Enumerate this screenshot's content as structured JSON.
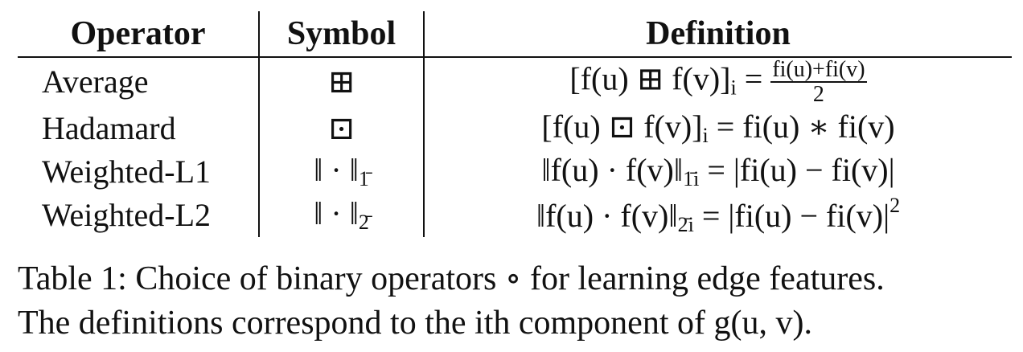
{
  "table": {
    "headers": [
      "Operator",
      "Symbol",
      "Definition"
    ],
    "rows": [
      {
        "operator": "Average",
        "symbol": "⊞",
        "def": {
          "lhs": "[f(u) ⊞ f(v)]",
          "lhs_sub": "i",
          "eq": " = ",
          "frac_num": "fi(u)+fi(v)",
          "frac_den": "2"
        }
      },
      {
        "operator": "Hadamard",
        "symbol": "⊡",
        "def": {
          "lhs": "[f(u) ⊡ f(v)]",
          "lhs_sub": "i",
          "eq": " = ",
          "rhs": "fi(u) ∗ fi(v)"
        }
      },
      {
        "operator": "Weighted-L1",
        "symbol": "‖ · ‖",
        "symbol_sub": "1̄",
        "def": {
          "lhs": "‖f(u) · f(v)‖",
          "lhs_sub": "1̄i",
          "eq": " = ",
          "rhs": "|fi(u) − fi(v)|"
        }
      },
      {
        "operator": "Weighted-L2",
        "symbol": "‖ · ‖",
        "symbol_sub": "2̄",
        "def": {
          "lhs": "‖f(u) · f(v)‖",
          "lhs_sub": "2̄i",
          "eq": " = ",
          "rhs": "|fi(u) − fi(v)|",
          "rhs_sup": "2"
        }
      }
    ]
  },
  "caption": {
    "line1": "Table 1: Choice of binary operators ∘ for learning edge features.",
    "line2": "The definitions correspond to the ith component of g(u, v)."
  }
}
